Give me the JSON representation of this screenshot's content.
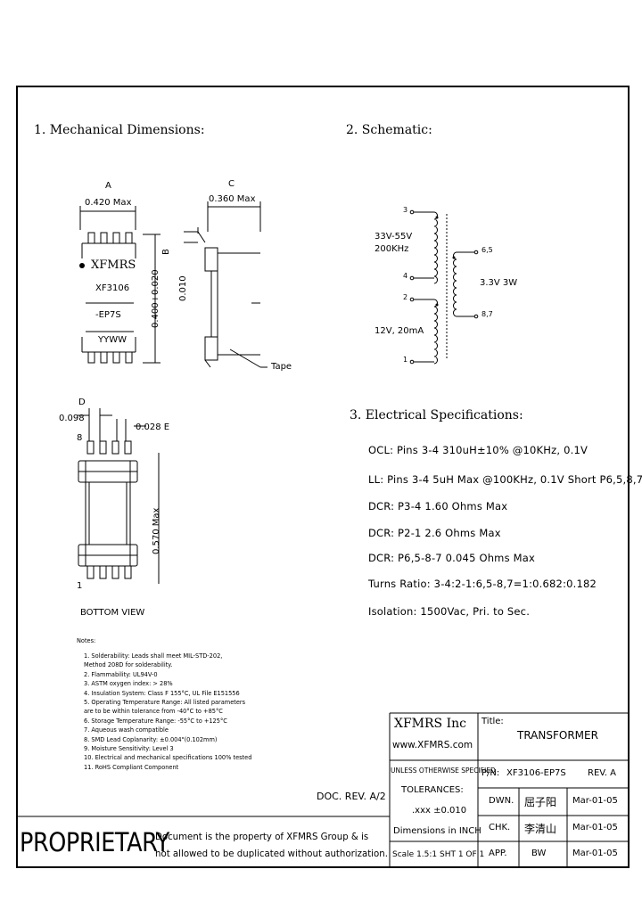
{
  "sections": {
    "mechanical": "1. Mechanical Dimensions:",
    "schematic": "2. Schematic:",
    "electrical": "3. Electrical Specifications:"
  },
  "mechanical": {
    "dim_a_letter": "A",
    "dim_a_value": "0.420 Max",
    "dim_c_letter": "C",
    "dim_c_value": "0.360 Max",
    "dim_b_letter": "B",
    "dim_b_value": "0.400+0.020",
    "dim_side_value": "0.010",
    "tape_label": "Tape",
    "chip_brand": "XFMRS",
    "chip_part": "XF3106",
    "chip_suffix": "-EP7S",
    "chip_date": "YYWW",
    "dim_d_letter": "D",
    "dim_d_value": "0.098",
    "dim_e_value": "0.028 E",
    "dim_f_value": "0.570 Max",
    "pin8": "8",
    "pin1": "1",
    "bottom_view": "BOTTOM VIEW"
  },
  "schematic": {
    "primary_voltage": "33V-55V",
    "primary_freq": "200KHz",
    "secondary_label": "3.3V 3W",
    "aux_label": "12V, 20mA",
    "pin_3": "3",
    "pin_4": "4",
    "pin_2": "2",
    "pin_1": "1",
    "pin_65": "6,5",
    "pin_87": "8,7"
  },
  "electrical_specs": [
    "OCL: Pins 3-4 310uH±10% @10KHz, 0.1V",
    "LL: Pins 3-4 5uH Max @100KHz, 0.1V Short P6,5,8,7",
    "DCR:  P3-4  1.60 Ohms Max",
    "DCR:  P2-1  2.6 Ohms Max",
    "DCR:  P6,5-8-7  0.045 Ohms Max",
    "Turns Ratio:  3-4:2-1:6,5-8,7=1:0.682:0.182",
    "Isolation: 1500Vac, Pri. to Sec."
  ],
  "notes": {
    "title": "Notes:",
    "items": [
      "1. Solderability: Leads shall meet MIL-STD-202,",
      "    Method 208D for solderability.",
      "2. Flammability: UL94V-0",
      "3. ASTM oxygen index: > 28%",
      "4. Insulation System: Class F 155°C, UL File E151556",
      "5. Operating Temperature Range: All listed parameters",
      "    are to be within tolerance from -40°C to +85°C",
      "6. Storage Temperature Range: -55°C to +125°C",
      "7. Aqueous wash compatible",
      "8. SMD Lead Coplanarity: ±0.004\"(0.102mm)",
      "9. Moisture Sensitivity: Level 3",
      "10. Electrical and mechanical specifications 100% tested",
      "11. RoHS Compliant Component"
    ]
  },
  "doc_rev": "DOC. REV. A/2",
  "title_block": {
    "company": "XFMRS Inc",
    "website": "www.XFMRS.com",
    "title_label": "Title:",
    "title_value": "TRANSFORMER",
    "unless": "UNLESS OTHERWISE SPECIFIED",
    "tolerances": "TOLERANCES:",
    "tol_value": ".xxx ±0.010",
    "dimensions": "Dimensions in INCH",
    "scale": "Scale 1.5:1  SHT 1 OF 1",
    "pn_label": "P/N:",
    "pn_value": "XF3106-EP7S",
    "rev": "REV. A",
    "rows": [
      {
        "label": "DWN.",
        "name": "屈子阳",
        "date": "Mar-01-05"
      },
      {
        "label": "CHK.",
        "name": "李清山",
        "date": "Mar-01-05"
      },
      {
        "label": "APP.",
        "name": "BW",
        "date": "Mar-01-05"
      }
    ]
  },
  "proprietary": {
    "word": "PROPRIETARY",
    "line1": "Document is the property of XFMRS Group & is",
    "line2": "not allowed to be duplicated without authorization."
  }
}
